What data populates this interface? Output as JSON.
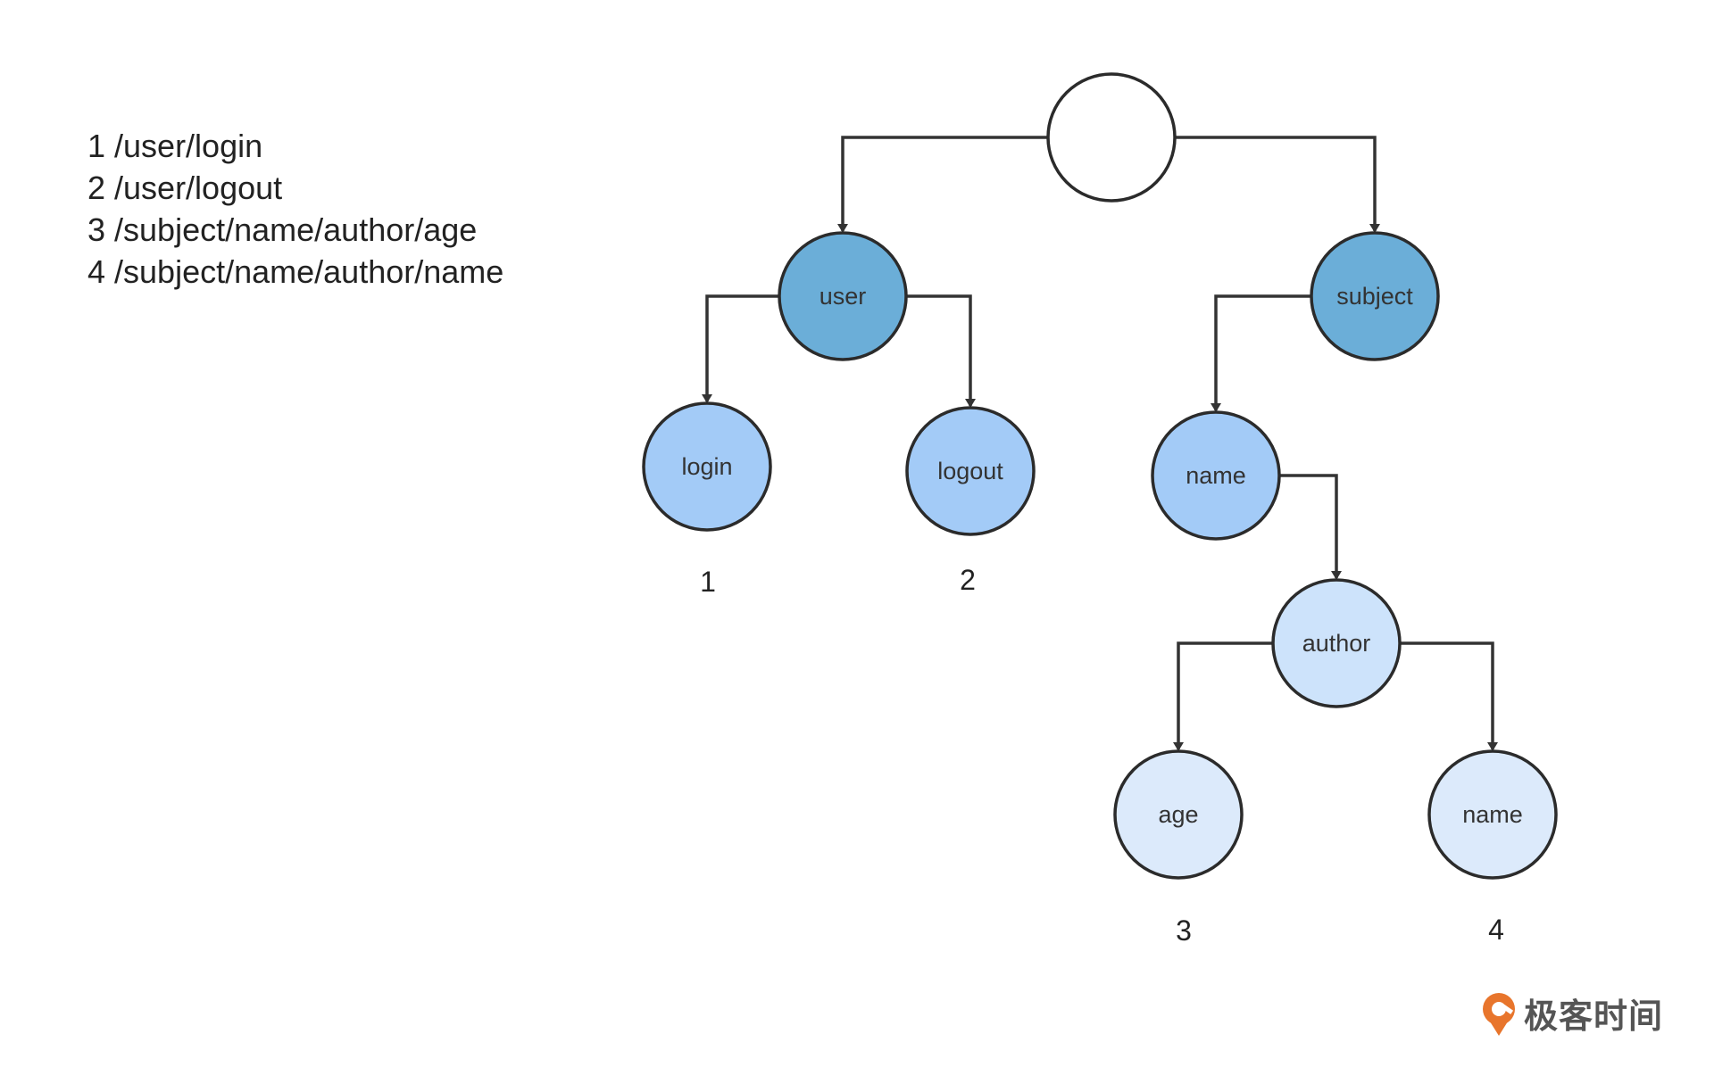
{
  "routes": [
    "1 /user/login",
    "2 /user/logout",
    "3 /subject/name/author/age",
    "4 /subject/name/author/name"
  ],
  "nodes": [
    {
      "id": "root",
      "label": "",
      "fill": "#ffffff"
    },
    {
      "id": "user",
      "label": "user",
      "fill": "#6baed8"
    },
    {
      "id": "subject",
      "label": "subject",
      "fill": "#6baed8"
    },
    {
      "id": "login",
      "label": "login",
      "fill": "#a3cbf7"
    },
    {
      "id": "logout",
      "label": "logout",
      "fill": "#a3cbf7"
    },
    {
      "id": "name1",
      "label": "name",
      "fill": "#a3cbf7"
    },
    {
      "id": "author",
      "label": "author",
      "fill": "#cde3fb"
    },
    {
      "id": "age",
      "label": "age",
      "fill": "#dceafb"
    },
    {
      "id": "name2",
      "label": "name",
      "fill": "#dceafb"
    }
  ],
  "edges": [
    [
      "root",
      "user"
    ],
    [
      "root",
      "subject"
    ],
    [
      "user",
      "login"
    ],
    [
      "user",
      "logout"
    ],
    [
      "subject",
      "name1"
    ],
    [
      "name1",
      "author"
    ],
    [
      "author",
      "age"
    ],
    [
      "author",
      "name2"
    ]
  ],
  "leaf_numbers": {
    "login": "1",
    "logout": "2",
    "age": "3",
    "name2": "4"
  },
  "brand": {
    "text": "极客时间",
    "logo": "geektime-logo-icon",
    "accent": "#e8752c"
  }
}
